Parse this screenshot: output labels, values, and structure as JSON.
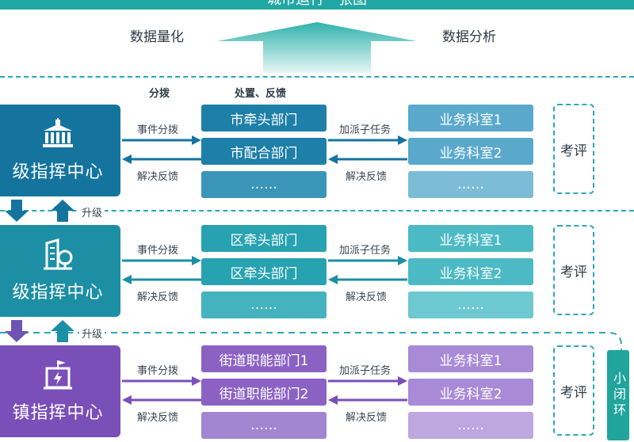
{
  "header": {
    "title": "城市运行一张图"
  },
  "top_labels": {
    "left": "数据量化",
    "right": "数据分析"
  },
  "columns": {
    "dispatch": "分拨",
    "handle": "处置、反馈"
  },
  "between": {
    "upgrade_1": "升级",
    "upgrade_2": "升级"
  },
  "colors": {
    "tier1": "#15749e",
    "tier2": "#1d8fa5",
    "tier3": "#7a4fb8",
    "accent": "#21a7a3"
  },
  "tiers": [
    {
      "center": "级指挥中心",
      "icon": "building-icon",
      "dispatch": "事件分拨",
      "feedback": "解决反馈",
      "depts": [
        "市牵头部门",
        "市配合部门",
        "……"
      ],
      "assign": "加派子任务",
      "subfeedback": "解决反馈",
      "biz": [
        "业务科室1",
        "业务科室2",
        "……"
      ],
      "eval": "考评"
    },
    {
      "center": "级指挥中心",
      "icon": "office-tree-icon",
      "dispatch": "事件分拨",
      "feedback": "解决反馈",
      "depts": [
        "区牵头部门",
        "区牵头部门",
        "……"
      ],
      "assign": "加派子任务",
      "subfeedback": "解决反馈",
      "biz": [
        "业务科室1",
        "业务科室2",
        "……"
      ],
      "eval": "考评"
    },
    {
      "center": "镇指挥中心",
      "icon": "town-flag-icon",
      "dispatch": "事件分拨",
      "feedback": "解决反馈",
      "depts": [
        "街道职能部门1",
        "街道职能部门2",
        "……"
      ],
      "assign": "加派子任务",
      "subfeedback": "解决反馈",
      "biz": [
        "业务科室1",
        "业务科室2",
        "……"
      ],
      "eval": "考评"
    }
  ],
  "small_loop": "小闭环"
}
